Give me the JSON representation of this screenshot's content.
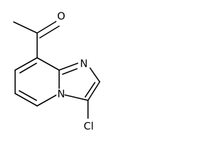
{
  "molecule": {
    "atoms": {
      "oxygen": "O",
      "nitrogen_imine": "N",
      "nitrogen_bridge": "N",
      "chlorine": "Cl"
    }
  },
  "colors": {
    "bond": "#000000",
    "background": "#ffffff"
  }
}
